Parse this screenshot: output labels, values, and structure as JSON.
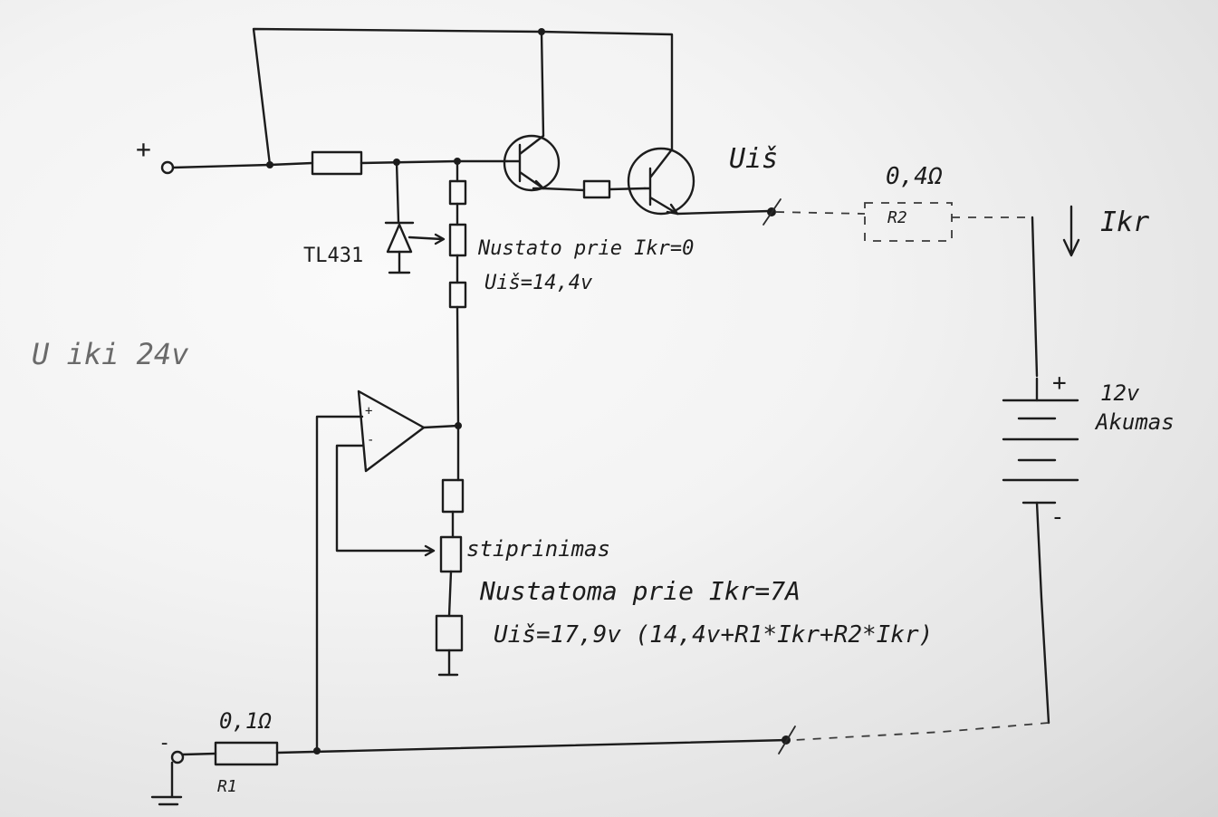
{
  "labels": {
    "plus_terminal": "+",
    "minus_terminal": "-",
    "output_voltage": "Uiš",
    "r2_value": "0,4Ω",
    "r2_name": "R2",
    "current": "Ikr",
    "tl431": "TL431",
    "set_note_line1": "Nustato prie Ikr=0",
    "set_note_line2": "Uiš=14,4v",
    "input_voltage": "U iki 24v",
    "battery_plus": "+",
    "battery_voltage": "12v",
    "battery_name": "Akumas",
    "battery_minus": "-",
    "gain_label": "stiprinimas",
    "gain_note_line1": "Nustatoma prie Ikr=7A",
    "gain_note_line2": "Uiš=17,9v (14,4v+R1*Ikr+R2*Ikr)",
    "r1_value": "0,1Ω",
    "r1_name": "R1",
    "opamp_plus": "+",
    "opamp_minus": "-"
  }
}
